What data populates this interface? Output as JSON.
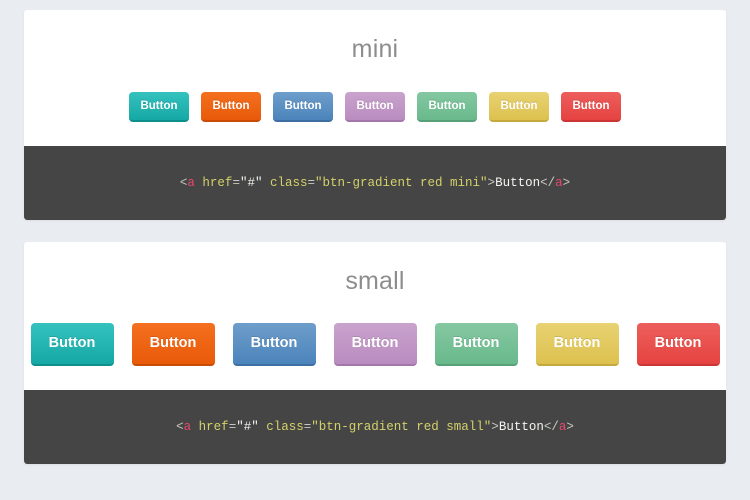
{
  "page": {
    "background_color": "#e9ecf1"
  },
  "sections": [
    {
      "title": "mini",
      "size_class": "mini",
      "buttons": [
        {
          "label": "Button",
          "color_name": "teal",
          "color": "#15a8a4"
        },
        {
          "label": "Button",
          "color_name": "orange",
          "color": "#e85a09"
        },
        {
          "label": "Button",
          "color_name": "blue",
          "color": "#4b84bb"
        },
        {
          "label": "Button",
          "color_name": "purple",
          "color": "#ba8cc0"
        },
        {
          "label": "Button",
          "color_name": "green",
          "color": "#69b98c"
        },
        {
          "label": "Button",
          "color_name": "yellow",
          "color": "#ddc14f"
        },
        {
          "label": "Button",
          "color_name": "red",
          "color": "#e54341"
        }
      ],
      "code": {
        "open_bracket": "<",
        "tag_open": "a",
        "space1": " ",
        "attr_href": "href",
        "eq1": "=",
        "href_value": "\"#\"",
        "space2": " ",
        "attr_class": "class",
        "eq2": "=",
        "class_value": "\"btn-gradient red mini\"",
        "close_bracket": ">",
        "text": "Button",
        "end_open": "</",
        "tag_close": "a",
        "end_close": ">"
      }
    },
    {
      "title": "small",
      "size_class": "small",
      "buttons": [
        {
          "label": "Button",
          "color_name": "teal",
          "color": "#15a8a4"
        },
        {
          "label": "Button",
          "color_name": "orange",
          "color": "#e85a09"
        },
        {
          "label": "Button",
          "color_name": "blue",
          "color": "#4b84bb"
        },
        {
          "label": "Button",
          "color_name": "purple",
          "color": "#ba8cc0"
        },
        {
          "label": "Button",
          "color_name": "green",
          "color": "#69b98c"
        },
        {
          "label": "Button",
          "color_name": "yellow",
          "color": "#ddc14f"
        },
        {
          "label": "Button",
          "color_name": "red",
          "color": "#e54341"
        }
      ],
      "code": {
        "open_bracket": "<",
        "tag_open": "a",
        "space1": " ",
        "attr_href": "href",
        "eq1": "=",
        "href_value": "\"#\"",
        "space2": " ",
        "attr_class": "class",
        "eq2": "=",
        "class_value": "\"btn-gradient red small\"",
        "close_bracket": ">",
        "text": "Button",
        "end_open": "</",
        "tag_close": "a",
        "end_close": ">"
      }
    }
  ]
}
